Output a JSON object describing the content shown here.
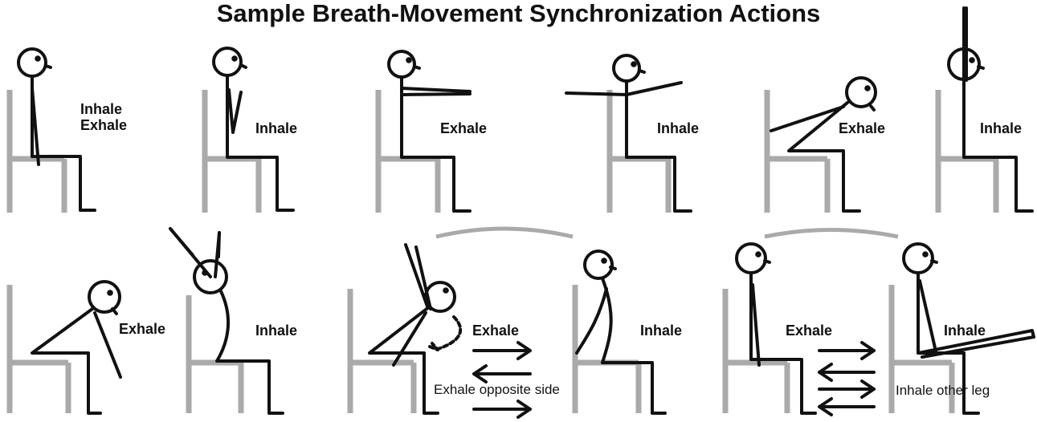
{
  "title": "Sample Breath-Movement Synchronization Actions",
  "colors": {
    "ink": "#111111",
    "chair": "#aaaaaa"
  },
  "row1": [
    {
      "label_a": "Inhale",
      "label_b": "Exhale"
    },
    {
      "label": "Inhale"
    },
    {
      "label": "Exhale"
    },
    {
      "label": "Inhale"
    },
    {
      "label": "Exhale"
    },
    {
      "label": "Inhale"
    }
  ],
  "row2": [
    {
      "label": "Exhale"
    },
    {
      "label": "Inhale"
    },
    {
      "label": "Exhale"
    },
    {
      "label": "Exhale opposite side"
    },
    {
      "label": "Inhale"
    },
    {
      "label": "Exhale"
    },
    {
      "label": "Inhale"
    },
    {
      "label": "Inhale other leg"
    }
  ]
}
